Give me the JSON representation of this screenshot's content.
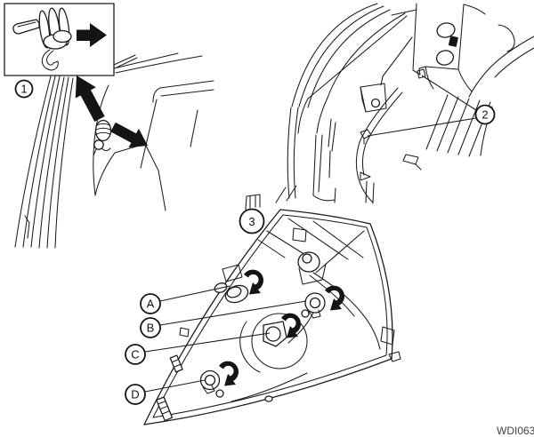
{
  "diagram": {
    "background": "#ffffff",
    "line_color": "#1c1c1c",
    "callouts": {
      "trim_clip_step": "1",
      "mounting_nuts_step": "2",
      "lamp_assembly_step": "3"
    },
    "bulb_callouts": {
      "a": "A",
      "b": "B",
      "c": "C",
      "d": "D"
    },
    "watermark": "WDI063"
  }
}
